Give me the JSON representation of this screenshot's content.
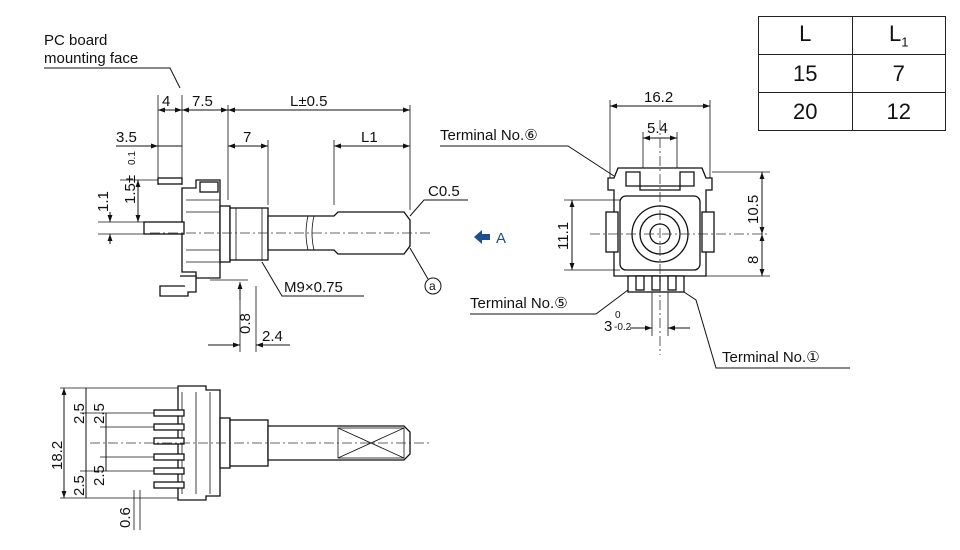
{
  "table": {
    "headers": [
      {
        "main": "L",
        "sub": ""
      },
      {
        "main": "L",
        "sub": "1"
      }
    ],
    "rows": [
      [
        "15",
        "7"
      ],
      [
        "20",
        "12"
      ]
    ]
  },
  "side_view": {
    "pc_board_label_line1": "PC board",
    "pc_board_label_line2": "mounting face",
    "dim_4": "4",
    "dim_7_5": "7.5",
    "dim_L": "L±0.5",
    "dim_3_5": "3.5",
    "dim_7": "7",
    "dim_L1": "L1",
    "dim_1_1": "1.1",
    "dim_1_5_main": "1.5±",
    "dim_1_5_tol": "0.1",
    "chamfer": "C0.5",
    "thread": "M9×0.75",
    "dim_0_8": "0.8",
    "dim_2_4": "2.4",
    "circle_a": "a"
  },
  "view_arrow": {
    "label": "A",
    "color": "#1f4e8c"
  },
  "front_view": {
    "dim_16_2": "16.2",
    "dim_5_4": "5.4",
    "dim_10_5": "10.5",
    "dim_8": "8",
    "dim_11_1": "11.1",
    "dim_3": "3",
    "dim_3_tol_upper": "0",
    "dim_3_tol_lower": "-0.2",
    "terminal_6": "Terminal No.⑥",
    "terminal_5": "Terminal No.⑤",
    "terminal_1": "Terminal No.①"
  },
  "bottom_view": {
    "dim_18_2": "18.2",
    "dim_2_5_a": "2.5",
    "dim_2_5_b": "2.5",
    "dim_2_5_c": "2.5",
    "dim_2_5_d": "2.5",
    "dim_0_6": "0.6"
  }
}
